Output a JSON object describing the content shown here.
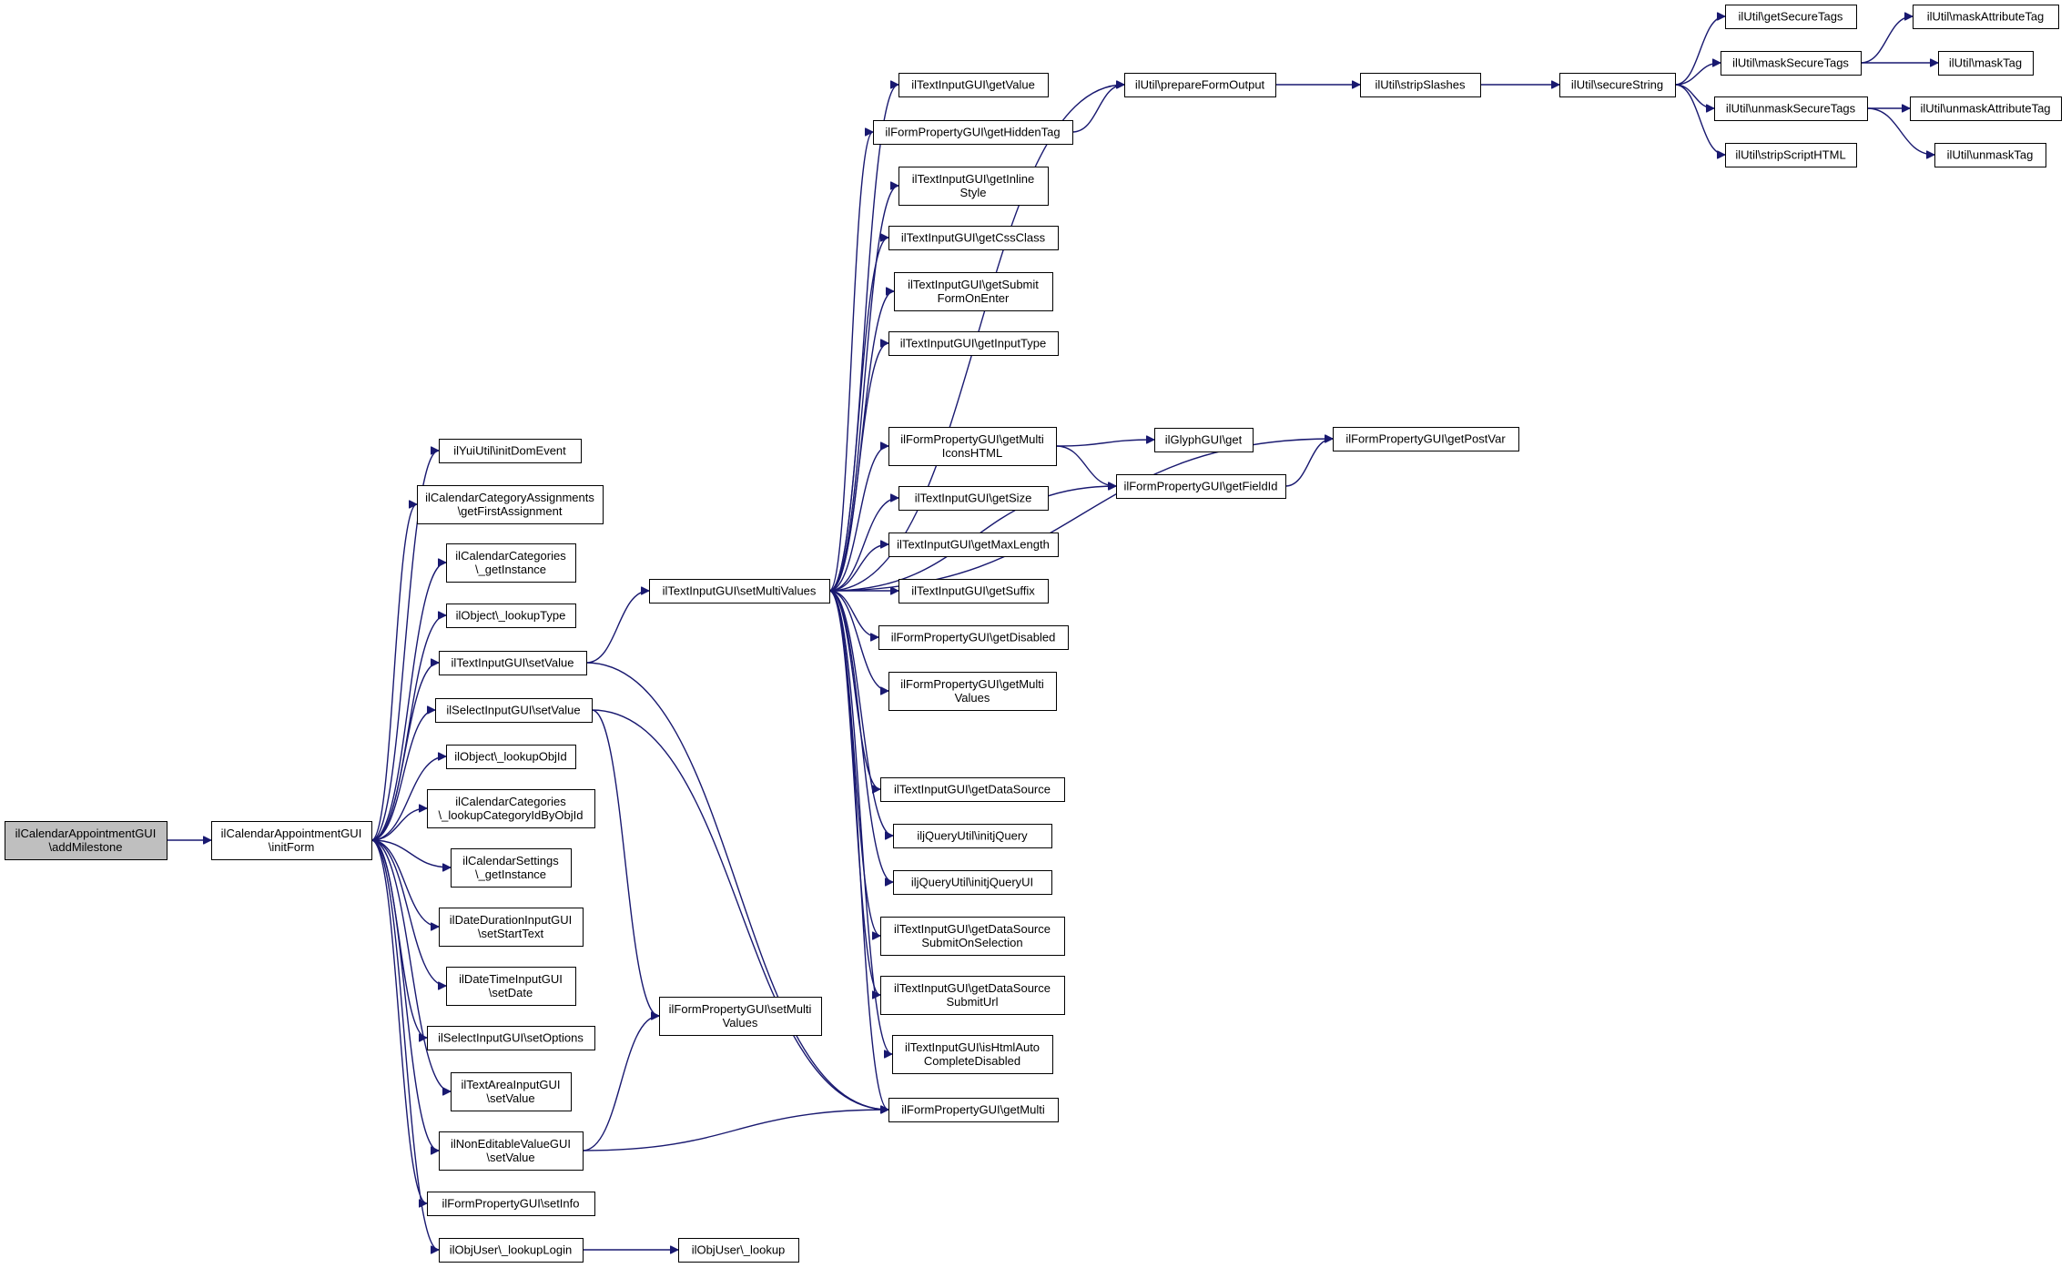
{
  "diagram": {
    "type": "call-graph",
    "colors": {
      "edge": "#191970",
      "root_fill": "#bfbfbf",
      "node_fill": "#ffffff",
      "node_border": "#000000"
    },
    "nodes": [
      {
        "id": "n0",
        "lines": [
          "ilCalendarAppointmentGUI",
          "\\addMilestone"
        ],
        "root": true
      },
      {
        "id": "n1",
        "lines": [
          "ilCalendarAppointmentGUI",
          "\\initForm"
        ]
      },
      {
        "id": "n2",
        "lines": [
          "ilYuiUtil\\initDomEvent"
        ]
      },
      {
        "id": "n3",
        "lines": [
          "ilCalendarCategoryAssignments",
          "\\getFirstAssignment"
        ]
      },
      {
        "id": "n4",
        "lines": [
          "ilCalendarCategories",
          "\\_getInstance"
        ]
      },
      {
        "id": "n5",
        "lines": [
          "ilObject\\_lookupType"
        ]
      },
      {
        "id": "n6",
        "lines": [
          "ilTextInputGUI\\setValue"
        ]
      },
      {
        "id": "n7",
        "lines": [
          "ilSelectInputGUI\\setValue"
        ]
      },
      {
        "id": "n8",
        "lines": [
          "ilObject\\_lookupObjId"
        ]
      },
      {
        "id": "n9",
        "lines": [
          "ilCalendarCategories",
          "\\_lookupCategoryIdByObjId"
        ]
      },
      {
        "id": "n10",
        "lines": [
          "ilCalendarSettings",
          "\\_getInstance"
        ]
      },
      {
        "id": "n11",
        "lines": [
          "ilDateDurationInputGUI",
          "\\setStartText"
        ]
      },
      {
        "id": "n12",
        "lines": [
          "ilDateTimeInputGUI",
          "\\setDate"
        ]
      },
      {
        "id": "n13",
        "lines": [
          "ilSelectInputGUI\\setOptions"
        ]
      },
      {
        "id": "n14",
        "lines": [
          "ilTextAreaInputGUI",
          "\\setValue"
        ]
      },
      {
        "id": "n15",
        "lines": [
          "ilNonEditableValueGUI",
          "\\setValue"
        ]
      },
      {
        "id": "n16",
        "lines": [
          "ilFormPropertyGUI\\setInfo"
        ]
      },
      {
        "id": "n17",
        "lines": [
          "ilObjUser\\_lookupLogin"
        ]
      },
      {
        "id": "n18",
        "lines": [
          "ilObjUser\\_lookup"
        ]
      },
      {
        "id": "n19",
        "lines": [
          "ilTextInputGUI\\setMultiValues"
        ]
      },
      {
        "id": "n20",
        "lines": [
          "ilFormPropertyGUI\\setMulti",
          "Values"
        ]
      },
      {
        "id": "n21",
        "lines": [
          "ilTextInputGUI\\getValue"
        ]
      },
      {
        "id": "n22",
        "lines": [
          "ilFormPropertyGUI\\getHiddenTag"
        ]
      },
      {
        "id": "n23",
        "lines": [
          "ilTextInputGUI\\getInline",
          "Style"
        ]
      },
      {
        "id": "n24",
        "lines": [
          "ilTextInputGUI\\getCssClass"
        ]
      },
      {
        "id": "n25",
        "lines": [
          "ilTextInputGUI\\getSubmit",
          "FormOnEnter"
        ]
      },
      {
        "id": "n26",
        "lines": [
          "ilTextInputGUI\\getInputType"
        ]
      },
      {
        "id": "n27",
        "lines": [
          "ilFormPropertyGUI\\getMulti",
          "IconsHTML"
        ]
      },
      {
        "id": "n28",
        "lines": [
          "ilTextInputGUI\\getSize"
        ]
      },
      {
        "id": "n29",
        "lines": [
          "ilTextInputGUI\\getMaxLength"
        ]
      },
      {
        "id": "n30",
        "lines": [
          "ilTextInputGUI\\getSuffix"
        ]
      },
      {
        "id": "n31",
        "lines": [
          "ilFormPropertyGUI\\getDisabled"
        ]
      },
      {
        "id": "n32",
        "lines": [
          "ilFormPropertyGUI\\getMulti",
          "Values"
        ]
      },
      {
        "id": "n33",
        "lines": [
          "ilTextInputGUI\\getDataSource"
        ]
      },
      {
        "id": "n34",
        "lines": [
          "iljQueryUtil\\initjQuery"
        ]
      },
      {
        "id": "n35",
        "lines": [
          "iljQueryUtil\\initjQueryUI"
        ]
      },
      {
        "id": "n36",
        "lines": [
          "ilTextInputGUI\\getDataSource",
          "SubmitOnSelection"
        ]
      },
      {
        "id": "n37",
        "lines": [
          "ilTextInputGUI\\getDataSource",
          "SubmitUrl"
        ]
      },
      {
        "id": "n38",
        "lines": [
          "ilTextInputGUI\\isHtmlAuto",
          "CompleteDisabled"
        ]
      },
      {
        "id": "n39",
        "lines": [
          "ilFormPropertyGUI\\getMulti"
        ]
      },
      {
        "id": "n40",
        "lines": [
          "ilUtil\\prepareFormOutput"
        ]
      },
      {
        "id": "n41",
        "lines": [
          "ilGlyphGUI\\get"
        ]
      },
      {
        "id": "n42",
        "lines": [
          "ilFormPropertyGUI\\getFieldId"
        ]
      },
      {
        "id": "n43",
        "lines": [
          "ilFormPropertyGUI\\getPostVar"
        ]
      },
      {
        "id": "n44",
        "lines": [
          "ilUtil\\stripSlashes"
        ]
      },
      {
        "id": "n45",
        "lines": [
          "ilUtil\\secureString"
        ]
      },
      {
        "id": "n46",
        "lines": [
          "ilUtil\\getSecureTags"
        ]
      },
      {
        "id": "n47",
        "lines": [
          "ilUtil\\maskSecureTags"
        ]
      },
      {
        "id": "n48",
        "lines": [
          "ilUtil\\unmaskSecureTags"
        ]
      },
      {
        "id": "n49",
        "lines": [
          "ilUtil\\stripScriptHTML"
        ]
      },
      {
        "id": "n50",
        "lines": [
          "ilUtil\\maskAttributeTag"
        ]
      },
      {
        "id": "n51",
        "lines": [
          "ilUtil\\maskTag"
        ]
      },
      {
        "id": "n52",
        "lines": [
          "ilUtil\\unmaskAttributeTag"
        ]
      },
      {
        "id": "n53",
        "lines": [
          "ilUtil\\unmaskTag"
        ]
      }
    ],
    "edges": [
      [
        "n0",
        "n1"
      ],
      [
        "n1",
        "n2"
      ],
      [
        "n1",
        "n3"
      ],
      [
        "n1",
        "n4"
      ],
      [
        "n1",
        "n5"
      ],
      [
        "n1",
        "n6"
      ],
      [
        "n1",
        "n7"
      ],
      [
        "n1",
        "n8"
      ],
      [
        "n1",
        "n9"
      ],
      [
        "n1",
        "n10"
      ],
      [
        "n1",
        "n11"
      ],
      [
        "n1",
        "n12"
      ],
      [
        "n1",
        "n13"
      ],
      [
        "n1",
        "n14"
      ],
      [
        "n1",
        "n15"
      ],
      [
        "n1",
        "n16"
      ],
      [
        "n1",
        "n17"
      ],
      [
        "n6",
        "n19"
      ],
      [
        "n6",
        "n39"
      ],
      [
        "n7",
        "n20"
      ],
      [
        "n7",
        "n39"
      ],
      [
        "n15",
        "n20"
      ],
      [
        "n15",
        "n39"
      ],
      [
        "n17",
        "n18"
      ],
      [
        "n19",
        "n40"
      ],
      [
        "n19",
        "n21"
      ],
      [
        "n19",
        "n22"
      ],
      [
        "n19",
        "n23"
      ],
      [
        "n19",
        "n24"
      ],
      [
        "n19",
        "n25"
      ],
      [
        "n19",
        "n26"
      ],
      [
        "n19",
        "n43"
      ],
      [
        "n19",
        "n27"
      ],
      [
        "n19",
        "n28"
      ],
      [
        "n19",
        "n29"
      ],
      [
        "n19",
        "n30"
      ],
      [
        "n19",
        "n31"
      ],
      [
        "n19",
        "n32"
      ],
      [
        "n19",
        "n42"
      ],
      [
        "n19",
        "n33"
      ],
      [
        "n19",
        "n34"
      ],
      [
        "n19",
        "n35"
      ],
      [
        "n19",
        "n36"
      ],
      [
        "n19",
        "n37"
      ],
      [
        "n19",
        "n38"
      ],
      [
        "n19",
        "n39"
      ],
      [
        "n22",
        "n40"
      ],
      [
        "n27",
        "n41"
      ],
      [
        "n27",
        "n42"
      ],
      [
        "n42",
        "n43"
      ],
      [
        "n40",
        "n44"
      ],
      [
        "n44",
        "n45"
      ],
      [
        "n45",
        "n46"
      ],
      [
        "n45",
        "n47"
      ],
      [
        "n45",
        "n48"
      ],
      [
        "n45",
        "n49"
      ],
      [
        "n47",
        "n50"
      ],
      [
        "n47",
        "n51"
      ],
      [
        "n48",
        "n52"
      ],
      [
        "n48",
        "n53"
      ]
    ]
  }
}
